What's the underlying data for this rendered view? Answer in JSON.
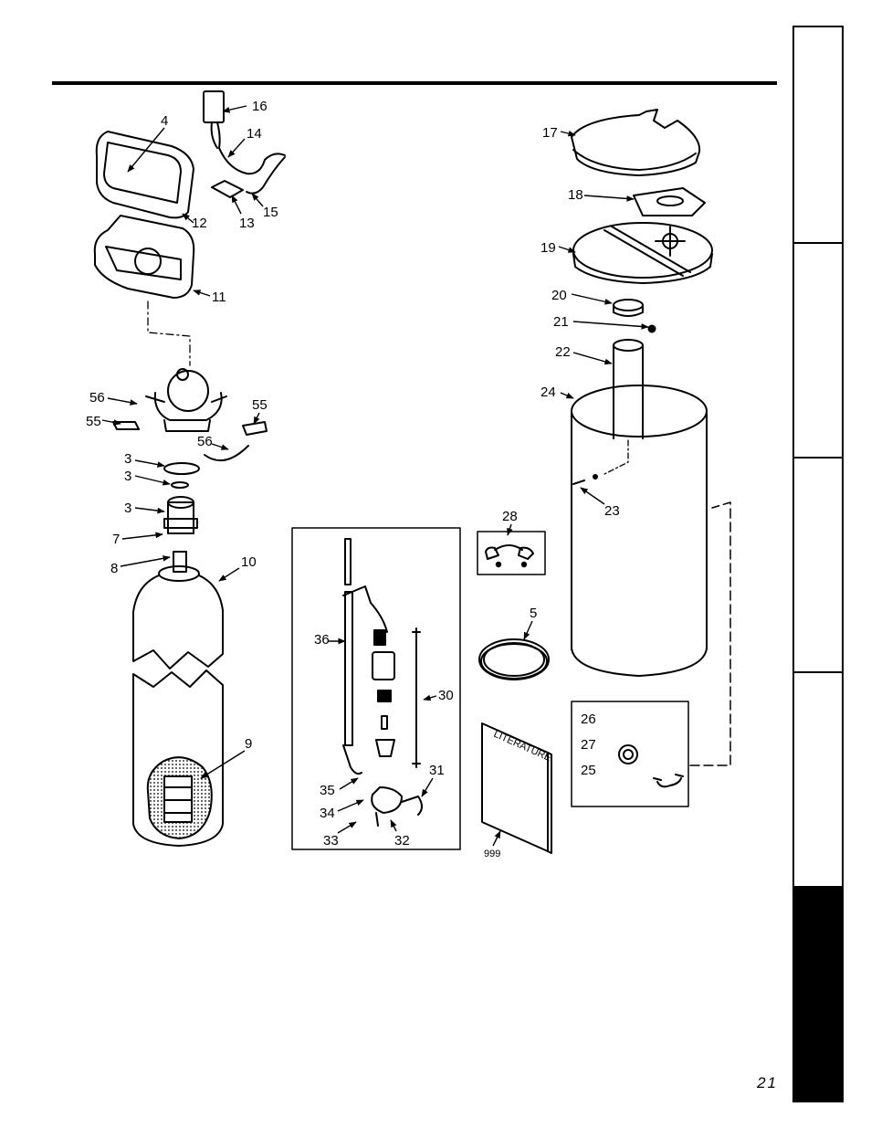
{
  "page": {
    "number": "21"
  },
  "tabs": [
    {
      "name": "tab-1",
      "active": false
    },
    {
      "name": "tab-2",
      "active": false
    },
    {
      "name": "tab-3",
      "active": false
    },
    {
      "name": "tab-4",
      "active": false
    },
    {
      "name": "tab-5",
      "active": true
    }
  ],
  "callouts": {
    "c3a": "3",
    "c3b": "3",
    "c3c": "3",
    "c4": "4",
    "c5": "5",
    "c7": "7",
    "c8": "8",
    "c9": "9",
    "c10": "10",
    "c11": "11",
    "c12": "12",
    "c13": "13",
    "c14": "14",
    "c15": "15",
    "c16": "16",
    "c17": "17",
    "c18": "18",
    "c19": "19",
    "c20": "20",
    "c21": "21",
    "c22": "22",
    "c23": "23",
    "c24": "24",
    "c25": "25",
    "c26": "26",
    "c27": "27",
    "c28": "28",
    "c30": "30",
    "c31": "31",
    "c32": "32",
    "c33": "33",
    "c34": "34",
    "c35": "35",
    "c36": "36",
    "c55a": "55",
    "c55b": "55",
    "c56a": "56",
    "c56b": "56",
    "c999": "999"
  },
  "literature_label": "LITERATURE"
}
